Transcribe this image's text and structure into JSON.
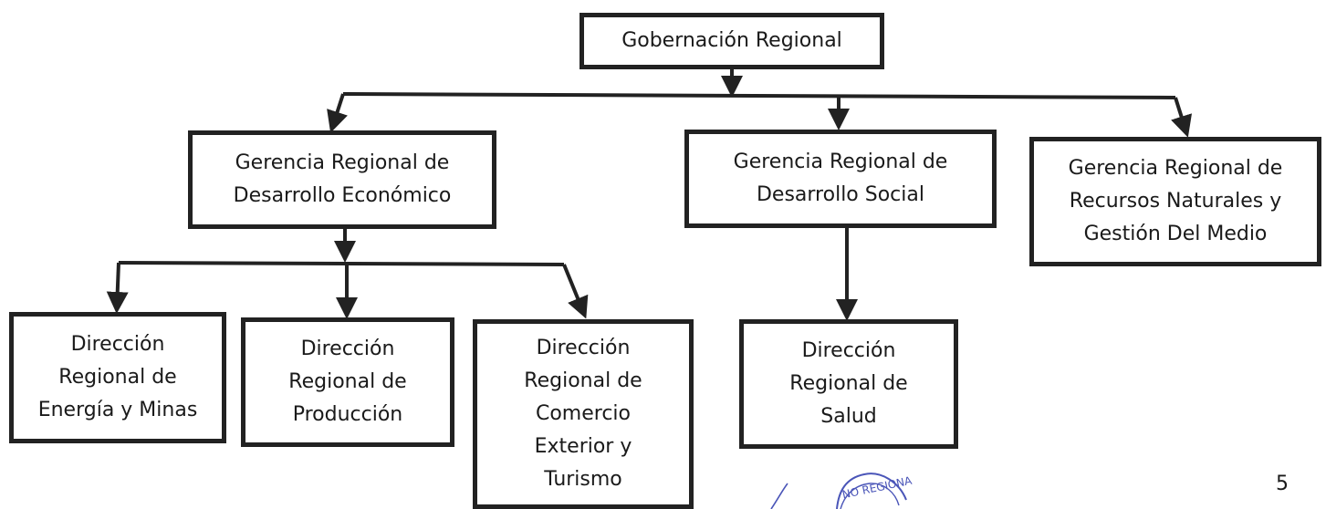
{
  "org_chart": {
    "root": "Gobernación Regional",
    "managements": [
      {
        "label": "Gerencia Regional de\nDesarrollo Económico"
      },
      {
        "label": "Gerencia Regional de\nDesarrollo Social"
      },
      {
        "label": "Gerencia Regional de\nRecursos Naturales y\nGestión Del Medio"
      }
    ],
    "directorates": [
      {
        "label": "Dirección\nRegional de\nEnergía y Minas",
        "parent": 0
      },
      {
        "label": "Dirección\nRegional de\nProducción",
        "parent": 0
      },
      {
        "label": "Dirección\nRegional de\nComercio\nExterior y\nTurismo",
        "parent": 0
      },
      {
        "label": "Dirección\nRegional de\nSalud",
        "parent": 1
      }
    ]
  },
  "page_number": "5",
  "stamp": {
    "text": "NO REGIONA",
    "color": "#4a55b8"
  },
  "colors": {
    "line": "#222222",
    "box_border": "#222222",
    "background": "#ffffff"
  }
}
